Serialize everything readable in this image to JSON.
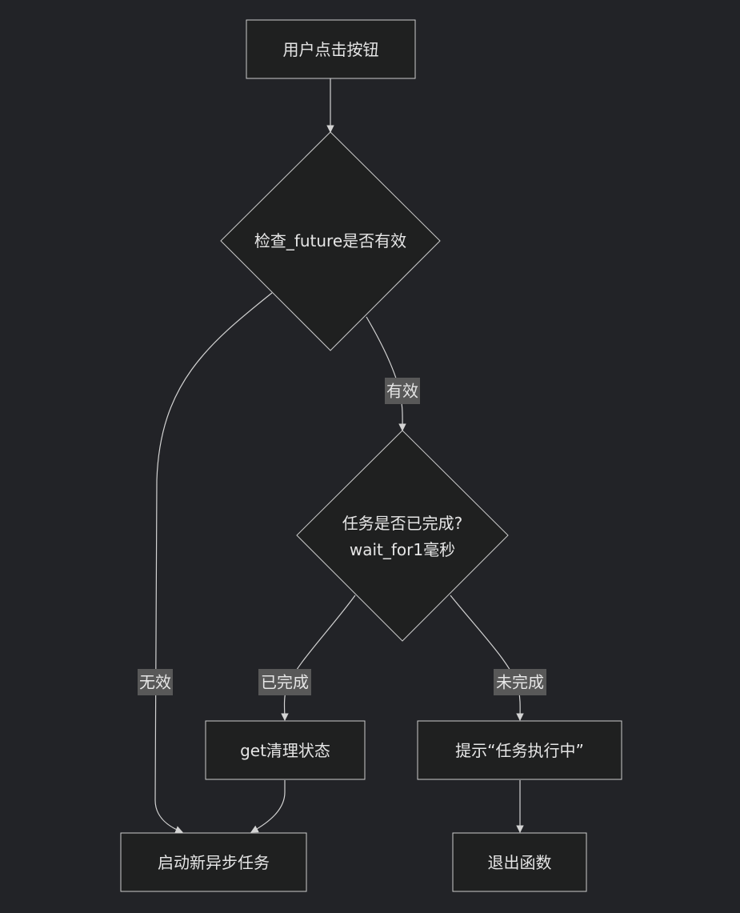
{
  "colors": {
    "background": "#222327",
    "node_fill": "#1f2020",
    "node_stroke": "#cccccc",
    "edge": "#d3d3d3",
    "label_bg": "#585858",
    "text": "#e6e6e6"
  },
  "nodes": {
    "start": "用户点击按钮",
    "check_future": "检查_future是否有效",
    "task_done_line1": "任务是否已完成?",
    "task_done_line2": "wait_for1毫秒",
    "get_clear": "get清理状态",
    "hint_running": "提示“任务执行中”",
    "start_new_task": "启动新异步任务",
    "exit_func": "退出函数"
  },
  "edge_labels": {
    "valid": "有效",
    "invalid": "无效",
    "completed": "已完成",
    "not_completed": "未完成"
  }
}
